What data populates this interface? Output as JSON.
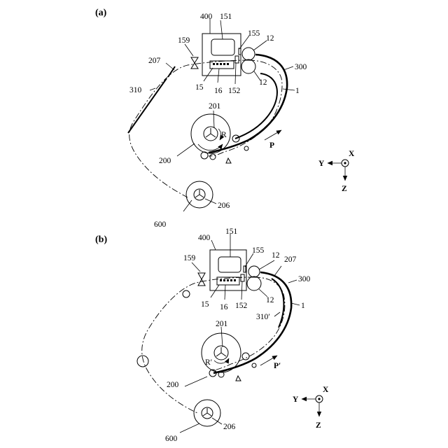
{
  "panel_a": {
    "title": "(a)",
    "labels": {
      "l400": "400",
      "l151": "151",
      "l155": "155",
      "l12_top": "12",
      "l159": "159",
      "l207": "207",
      "l300": "300",
      "l12_bot": "12",
      "l310": "310",
      "l1": "1",
      "l15": "15",
      "l16": "16",
      "l152": "152",
      "l201": "201",
      "lR": "R",
      "lP": "P",
      "l200": "200",
      "l600": "600",
      "l206": "206"
    },
    "axes": {
      "y": "Y",
      "x": "X",
      "z": "Z"
    }
  },
  "panel_b": {
    "title": "(b)",
    "labels": {
      "l400": "400",
      "l151": "151",
      "l155": "155",
      "l12_top": "12",
      "l207": "207",
      "l159": "159",
      "l300": "300",
      "l15": "15",
      "l16": "16",
      "l152": "152",
      "l12_bot": "12",
      "l1": "1",
      "l310p": "310′",
      "l201": "201",
      "lRp": "R′",
      "lPp": "P′",
      "l200": "200",
      "l600": "600",
      "l206": "206"
    },
    "axes": {
      "y": "Y",
      "x": "X",
      "z": "Z"
    }
  }
}
